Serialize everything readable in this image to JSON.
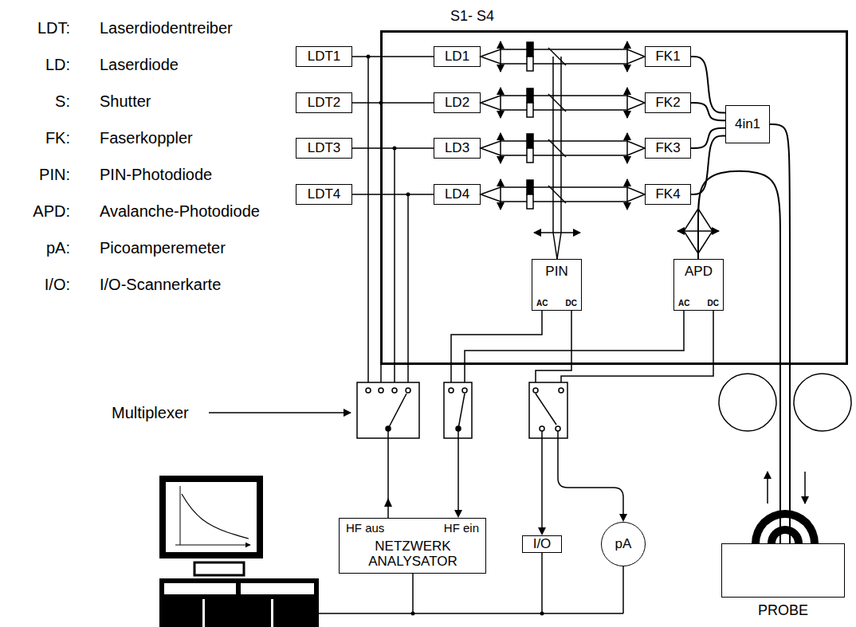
{
  "diagram": {
    "nodes": [
      {
        "text": [
          "S1- S4"
        ]
      },
      {
        "text": [
          "LDT1"
        ]
      },
      {
        "text": [
          "LDT2"
        ]
      },
      {
        "text": [
          "LDT3"
        ]
      },
      {
        "text": [
          "LDT4"
        ]
      },
      {
        "text": [
          "LD1"
        ],
        "in": 0
      },
      {
        "text": [
          "LD2"
        ],
        "in": 0
      },
      {
        "text": [
          "LD3"
        ],
        "in": 0
      },
      {
        "text": [
          "LD4"
        ],
        "in": 0
      },
      {
        "text": [
          "FK1"
        ],
        "in": 0
      },
      {
        "text": [
          "FK2"
        ],
        "in": 0
      },
      {
        "text": [
          "FK3"
        ],
        "in": 0
      },
      {
        "text": [
          "FK4"
        ],
        "in": 0
      },
      {
        "text": [
          "4in1"
        ],
        "in": 0
      },
      {
        "text": [
          "PIN",
          "AC",
          "DC"
        ],
        "in": 0
      },
      {
        "text": [
          "APD",
          "AC",
          "DC"
        ],
        "in": 0
      },
      {
        "text": [
          "HF aus",
          "HF ein",
          "NETZWERK ANALYSATOR"
        ]
      },
      {
        "text": [
          "I/O"
        ]
      },
      {
        "text": [
          "pA"
        ]
      },
      {
        "text": [
          "PROBE"
        ]
      }
    ],
    "edges": [
      {
        "from": 1,
        "to": 5,
        "arrow": "none"
      },
      {
        "from": 2,
        "to": 6,
        "arrow": "none"
      },
      {
        "from": 3,
        "to": 7,
        "arrow": "none"
      },
      {
        "from": 4,
        "to": 8,
        "arrow": "none"
      },
      {
        "from": 9,
        "to": 13,
        "arrow": "none"
      },
      {
        "from": 10,
        "to": 13,
        "arrow": "none"
      },
      {
        "from": 11,
        "to": 13,
        "arrow": "none"
      },
      {
        "from": 12,
        "to": 13,
        "arrow": "none"
      },
      {
        "from": 13,
        "to": 19,
        "arrow": "none"
      },
      {
        "from": 19,
        "to": 15,
        "arrow": "none"
      }
    ],
    "labels": [
      "LDT:",
      "Laserdiodentreiber",
      "LD:",
      "Laserdiode",
      "S:",
      "Shutter",
      "FK:",
      "Faserkoppler",
      "PIN:",
      "PIN-Photodiode",
      "APD:",
      "Avalanche-Photodiode",
      "pA:",
      "Picoamperemeter",
      "I/O:",
      "I/O-Scannerkarte",
      "Multiplexer"
    ]
  }
}
